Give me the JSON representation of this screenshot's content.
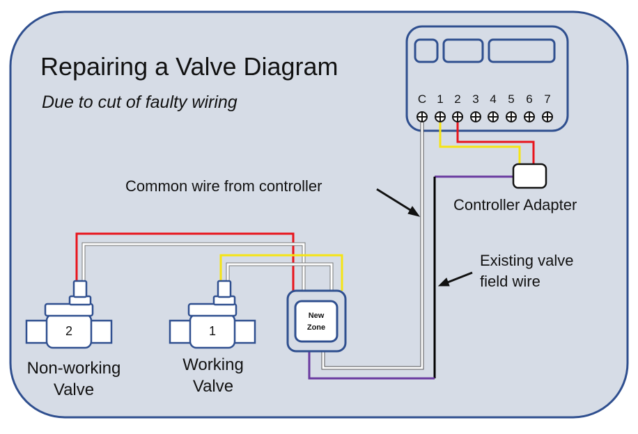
{
  "diagram": {
    "title": "Repairing a Valve Diagram",
    "subtitle": "Due to cut of faulty wiring",
    "controller": {
      "terminals": [
        "C",
        "1",
        "2",
        "3",
        "4",
        "5",
        "6",
        "7"
      ]
    },
    "labels": {
      "common_wire": "Common wire from controller",
      "controller_adapter": "Controller Adapter",
      "existing_wire_line1": "Existing valve",
      "existing_wire_line2": "field wire"
    },
    "new_zone": {
      "line1": "New",
      "line2": "Zone"
    },
    "valves": [
      {
        "number": "2",
        "caption_line1": "Non-working",
        "caption_line2": "Valve"
      },
      {
        "number": "1",
        "caption_line1": "Working",
        "caption_line2": "Valve"
      }
    ],
    "colors": {
      "background": "#d6dce6",
      "outline": "#2f4f8f",
      "wire_red": "#e8141c",
      "wire_yellow": "#f5e414",
      "wire_white": "#ffffff",
      "wire_purple": "#6a3aa0",
      "wire_black": "#000000"
    }
  }
}
